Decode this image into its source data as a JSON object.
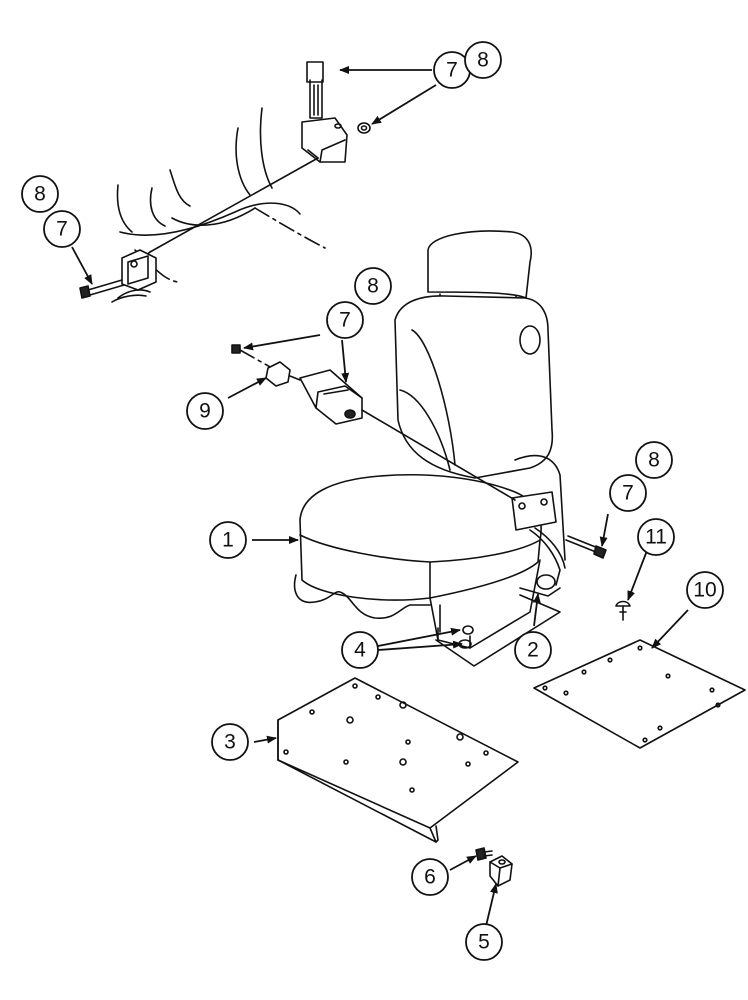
{
  "callouts": [
    {
      "id": "c1",
      "label": "1"
    },
    {
      "id": "c2",
      "label": "2"
    },
    {
      "id": "c3",
      "label": "3"
    },
    {
      "id": "c4",
      "label": "4"
    },
    {
      "id": "c5",
      "label": "5"
    },
    {
      "id": "c6",
      "label": "6"
    },
    {
      "id": "c7a",
      "label": "7"
    },
    {
      "id": "c8a",
      "label": "8"
    },
    {
      "id": "c8b",
      "label": "8"
    },
    {
      "id": "c7b",
      "label": "7"
    },
    {
      "id": "c8c",
      "label": "8"
    },
    {
      "id": "c7c",
      "label": "7"
    },
    {
      "id": "c9",
      "label": "9"
    },
    {
      "id": "c8d",
      "label": "8"
    },
    {
      "id": "c7d",
      "label": "7"
    },
    {
      "id": "c11",
      "label": "11"
    },
    {
      "id": "c10",
      "label": "10"
    }
  ]
}
